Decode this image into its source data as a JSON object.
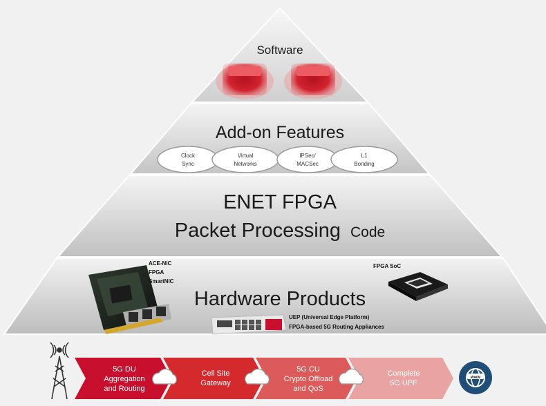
{
  "layers": {
    "software": {
      "title": "Software"
    },
    "addon": {
      "title": "Add-on Features",
      "features": [
        {
          "line1": "Clock",
          "line2": "Sync"
        },
        {
          "line1": "Virtual",
          "line2": "Networks"
        },
        {
          "line1": "IPSec/",
          "line2": "MACSec"
        },
        {
          "line1": "L1",
          "line2": "Bonding"
        }
      ]
    },
    "fpga": {
      "line1": "ENET FPGA",
      "line2": "Packet Processing",
      "line2_small": "Code"
    },
    "hardware": {
      "title": "Hardware Products",
      "nic_label": {
        "line1": "ACE-NIC",
        "line2": "FPGA",
        "line3": "SmartNIC"
      },
      "soc_label": "FPGA SoC",
      "uep_label": {
        "line1": "UEP (Universal  Edge Platform)",
        "line2": "FPGA-based  5G Routing  Appliances"
      }
    }
  },
  "flow": {
    "steps": [
      {
        "line1": "5G DU",
        "line2": "Aggregation",
        "line3": "and Routing",
        "color": "#c8102e"
      },
      {
        "line1": "Cell Site",
        "line2": "Gateway",
        "line3": "",
        "color": "#d42a2e"
      },
      {
        "line1": "5G CU",
        "line2": "Crypto Offload",
        "line3": "and QoS",
        "color": "#dc5a5a"
      },
      {
        "line1": "Complete",
        "line2": "5G UPF",
        "line3": "",
        "color": "#e9a3a3"
      }
    ],
    "start_icon": "cell-tower-icon",
    "end_icon": "globe-www-icon"
  },
  "colors": {
    "accent_red": "#c8102e",
    "globe_blue": "#1f4e79"
  }
}
